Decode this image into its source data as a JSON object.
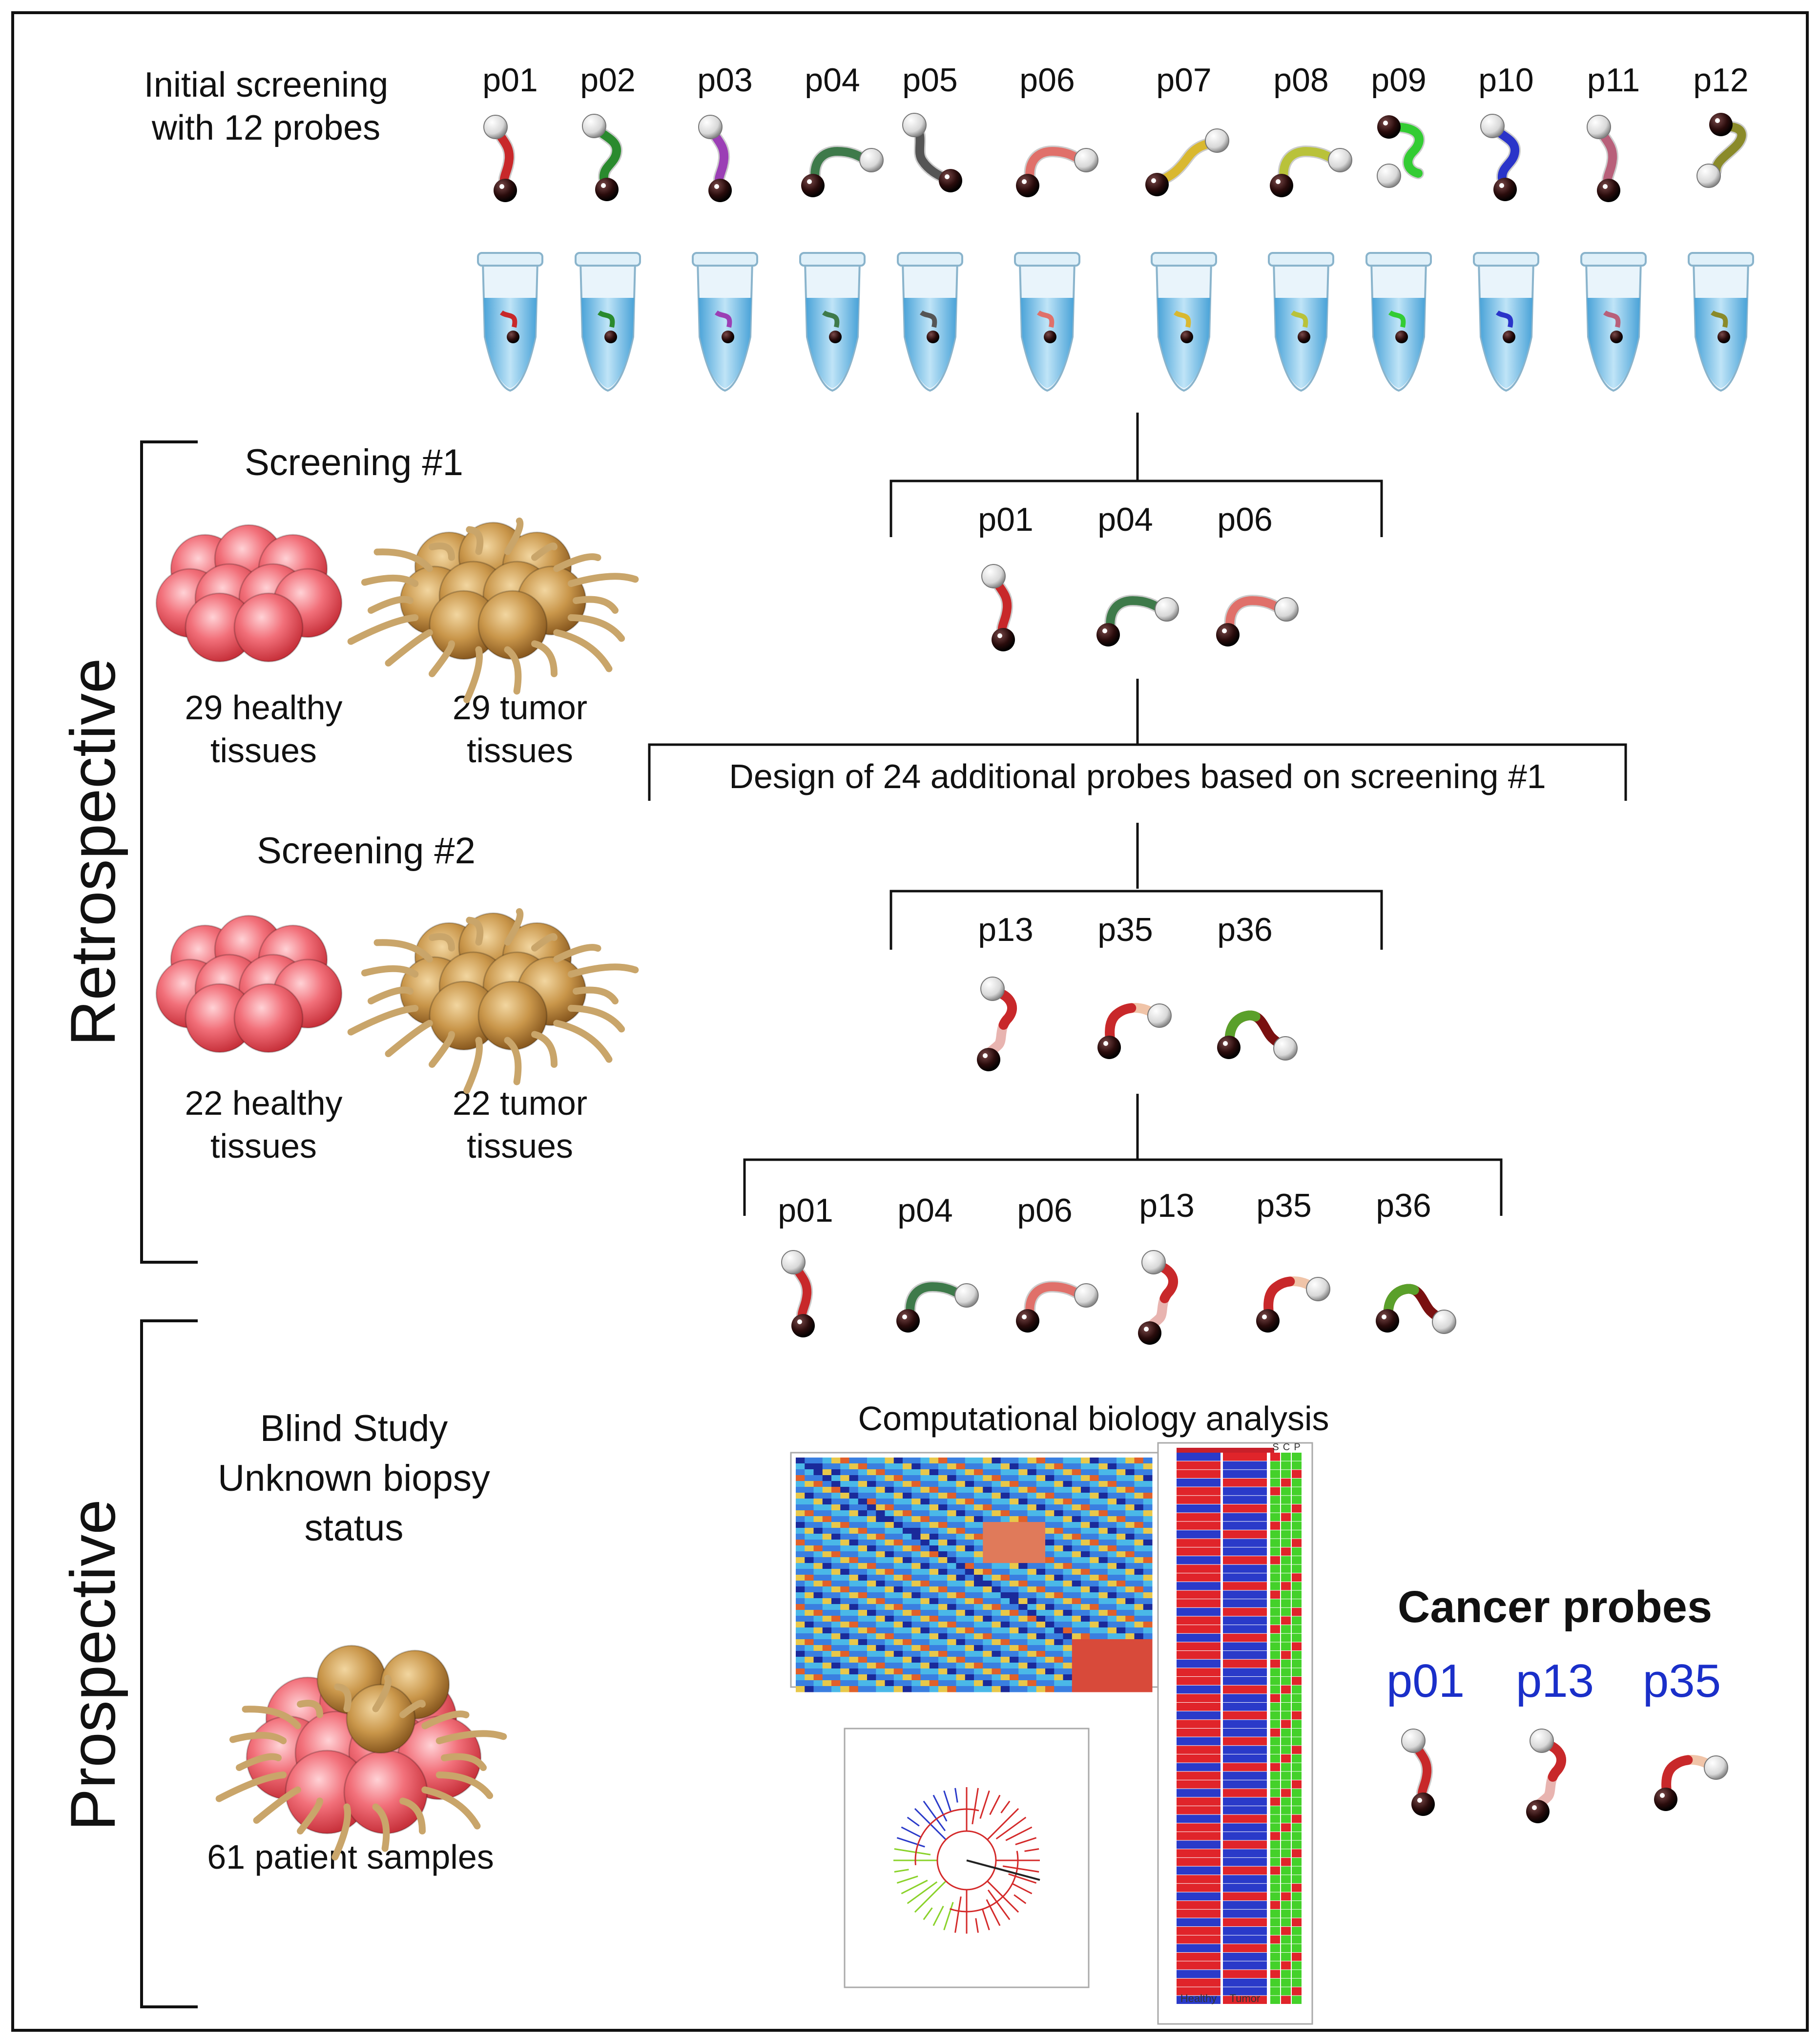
{
  "initial": {
    "title": "Initial screening\nwith 12 probes",
    "probes": [
      {
        "label": "p01",
        "color": "#c8282a",
        "style": "v"
      },
      {
        "label": "p02",
        "color": "#2a8a2e",
        "style": "s"
      },
      {
        "label": "p03",
        "color": "#9b3fb5",
        "style": "v"
      },
      {
        "label": "p04",
        "color": "#3e7a4a",
        "style": "h"
      },
      {
        "label": "p05",
        "color": "#555555",
        "style": "s2"
      },
      {
        "label": "p06",
        "color": "#e0706a",
        "style": "h"
      },
      {
        "label": "p07",
        "color": "#d9b830",
        "style": "d"
      },
      {
        "label": "p08",
        "color": "#b9c23a",
        "style": "h"
      },
      {
        "label": "p09",
        "color": "#33cc33",
        "style": "c"
      },
      {
        "label": "p10",
        "color": "#2a34c9",
        "style": "s"
      },
      {
        "label": "p11",
        "color": "#b8607a",
        "style": "v"
      },
      {
        "label": "p12",
        "color": "#8a8a2a",
        "style": "c2"
      }
    ]
  },
  "retrospective": {
    "label": "Retrospective",
    "screening1": {
      "title": "Screening #1",
      "healthy": "29 healthy\ntissues",
      "tumor": "29 tumor\ntissues",
      "selected": [
        {
          "label": "p01",
          "color": "#c8282a",
          "style": "v"
        },
        {
          "label": "p04",
          "color": "#3e7a4a",
          "style": "h"
        },
        {
          "label": "p06",
          "color": "#e0706a",
          "style": "h"
        }
      ]
    },
    "design_text": "Design of 24 additional probes based on screening #1",
    "screening2": {
      "title": "Screening #2",
      "healthy": "22 healthy\ntissues",
      "tumor": "22 tumor\ntissues",
      "selected": [
        {
          "label": "p13",
          "color": "#c8282a",
          "color2": "#e8b4b0",
          "style": "v2"
        },
        {
          "label": "p35",
          "color": "#c8282a",
          "color2": "#f0c4a8",
          "style": "h2"
        },
        {
          "label": "p36",
          "color": "#5aa02a",
          "color2": "#7a1010",
          "style": "h3"
        }
      ]
    },
    "combined": [
      {
        "label": "p01",
        "color": "#c8282a",
        "style": "v"
      },
      {
        "label": "p04",
        "color": "#3e7a4a",
        "style": "h"
      },
      {
        "label": "p06",
        "color": "#e0706a",
        "style": "h"
      },
      {
        "label": "p13",
        "color": "#c8282a",
        "color2": "#e8b4b0",
        "style": "v2"
      },
      {
        "label": "p35",
        "color": "#c8282a",
        "color2": "#f0c4a8",
        "style": "h2"
      },
      {
        "label": "p36",
        "color": "#5aa02a",
        "color2": "#7a1010",
        "style": "h3"
      }
    ]
  },
  "prospective": {
    "label": "Prospective",
    "study": "Blind Study\nUnknown biopsy\nstatus",
    "samples": "61 patient samples",
    "analysis_title": "Computational biology analysis",
    "heatmap_legend": [
      "Healthy",
      "Tumor"
    ],
    "matrix_header": [
      "S",
      "C",
      "P"
    ],
    "cancer_title": "Cancer probes",
    "cancer_probes": [
      {
        "label": "p01",
        "color": "#c8282a",
        "style": "v"
      },
      {
        "label": "p13",
        "color": "#c8282a",
        "color2": "#e8b4b0",
        "style": "v2"
      },
      {
        "label": "p35",
        "color": "#c8282a",
        "color2": "#f0c4a8",
        "style": "h2"
      }
    ]
  }
}
